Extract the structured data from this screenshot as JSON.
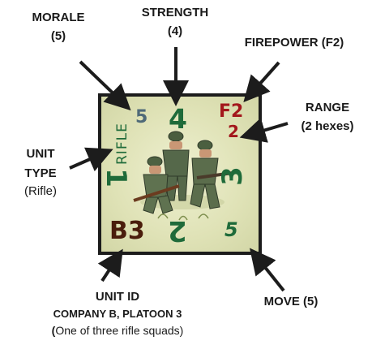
{
  "labels": {
    "morale": {
      "title": "MORALE",
      "value": "(5)"
    },
    "strength": {
      "title": "STRENGTH",
      "value": "(4)"
    },
    "firepower": {
      "title": "FIREPOWER (F2)"
    },
    "range": {
      "title": "RANGE",
      "value": "(2 hexes)"
    },
    "unit_type": {
      "line1": "UNIT",
      "line2": "TYPE",
      "line3": "(Rifle)"
    },
    "unit_id": {
      "line1": "UNIT ID",
      "line2": "COMPANY B, PLATOON 3",
      "line3_bold": "(",
      "line3_rest": "One of three rifle squads)"
    },
    "move": {
      "title": "MOVE (5)"
    }
  },
  "counter": {
    "type_text": "RIFLE",
    "morale": "5",
    "strength": "4",
    "firepower": "F2",
    "range": "2",
    "left_num": "1",
    "right_num": "3",
    "unit_id": "B3",
    "bottom_num": "2",
    "move": "5",
    "colors": {
      "green": "#1f6b3a",
      "red": "#a3171c",
      "slate": "#4f6a78",
      "brown": "#4a1d0c",
      "background": "#e4e6bd",
      "border": "#1c1c1c"
    }
  }
}
